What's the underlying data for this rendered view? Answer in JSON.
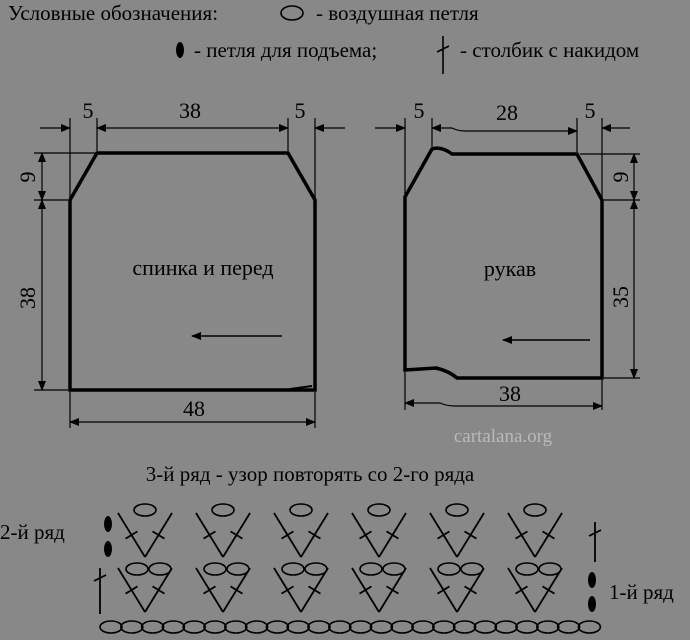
{
  "legend": {
    "title": "Условные обозначения:",
    "chain_label": "- воздушная петля",
    "turning_label": "- петля для подъема;",
    "dc_label": "- столбик с накидом"
  },
  "back_front": {
    "label": "спинка и перед",
    "dim_left_edge": "5",
    "dim_top": "38",
    "dim_right_edge": "5",
    "dim_shoulder": "9",
    "dim_height": "38",
    "dim_bottom": "48"
  },
  "sleeve": {
    "label": "рукав",
    "dim_left_edge": "5",
    "dim_top": "28",
    "dim_right_edge": "5",
    "dim_cap": "9",
    "dim_height": "35",
    "dim_bottom": "38"
  },
  "watermark": "cartalana.org",
  "chart": {
    "title": "3-й ряд - узор повторять со 2-го ряда",
    "row2_label": "2-й ряд",
    "row1_label": "1-й ряд",
    "repeats": 6,
    "base_chains": 24
  },
  "colors": {
    "background": "#888888",
    "ink": "#000000",
    "watermark": "#b9b9b9"
  }
}
